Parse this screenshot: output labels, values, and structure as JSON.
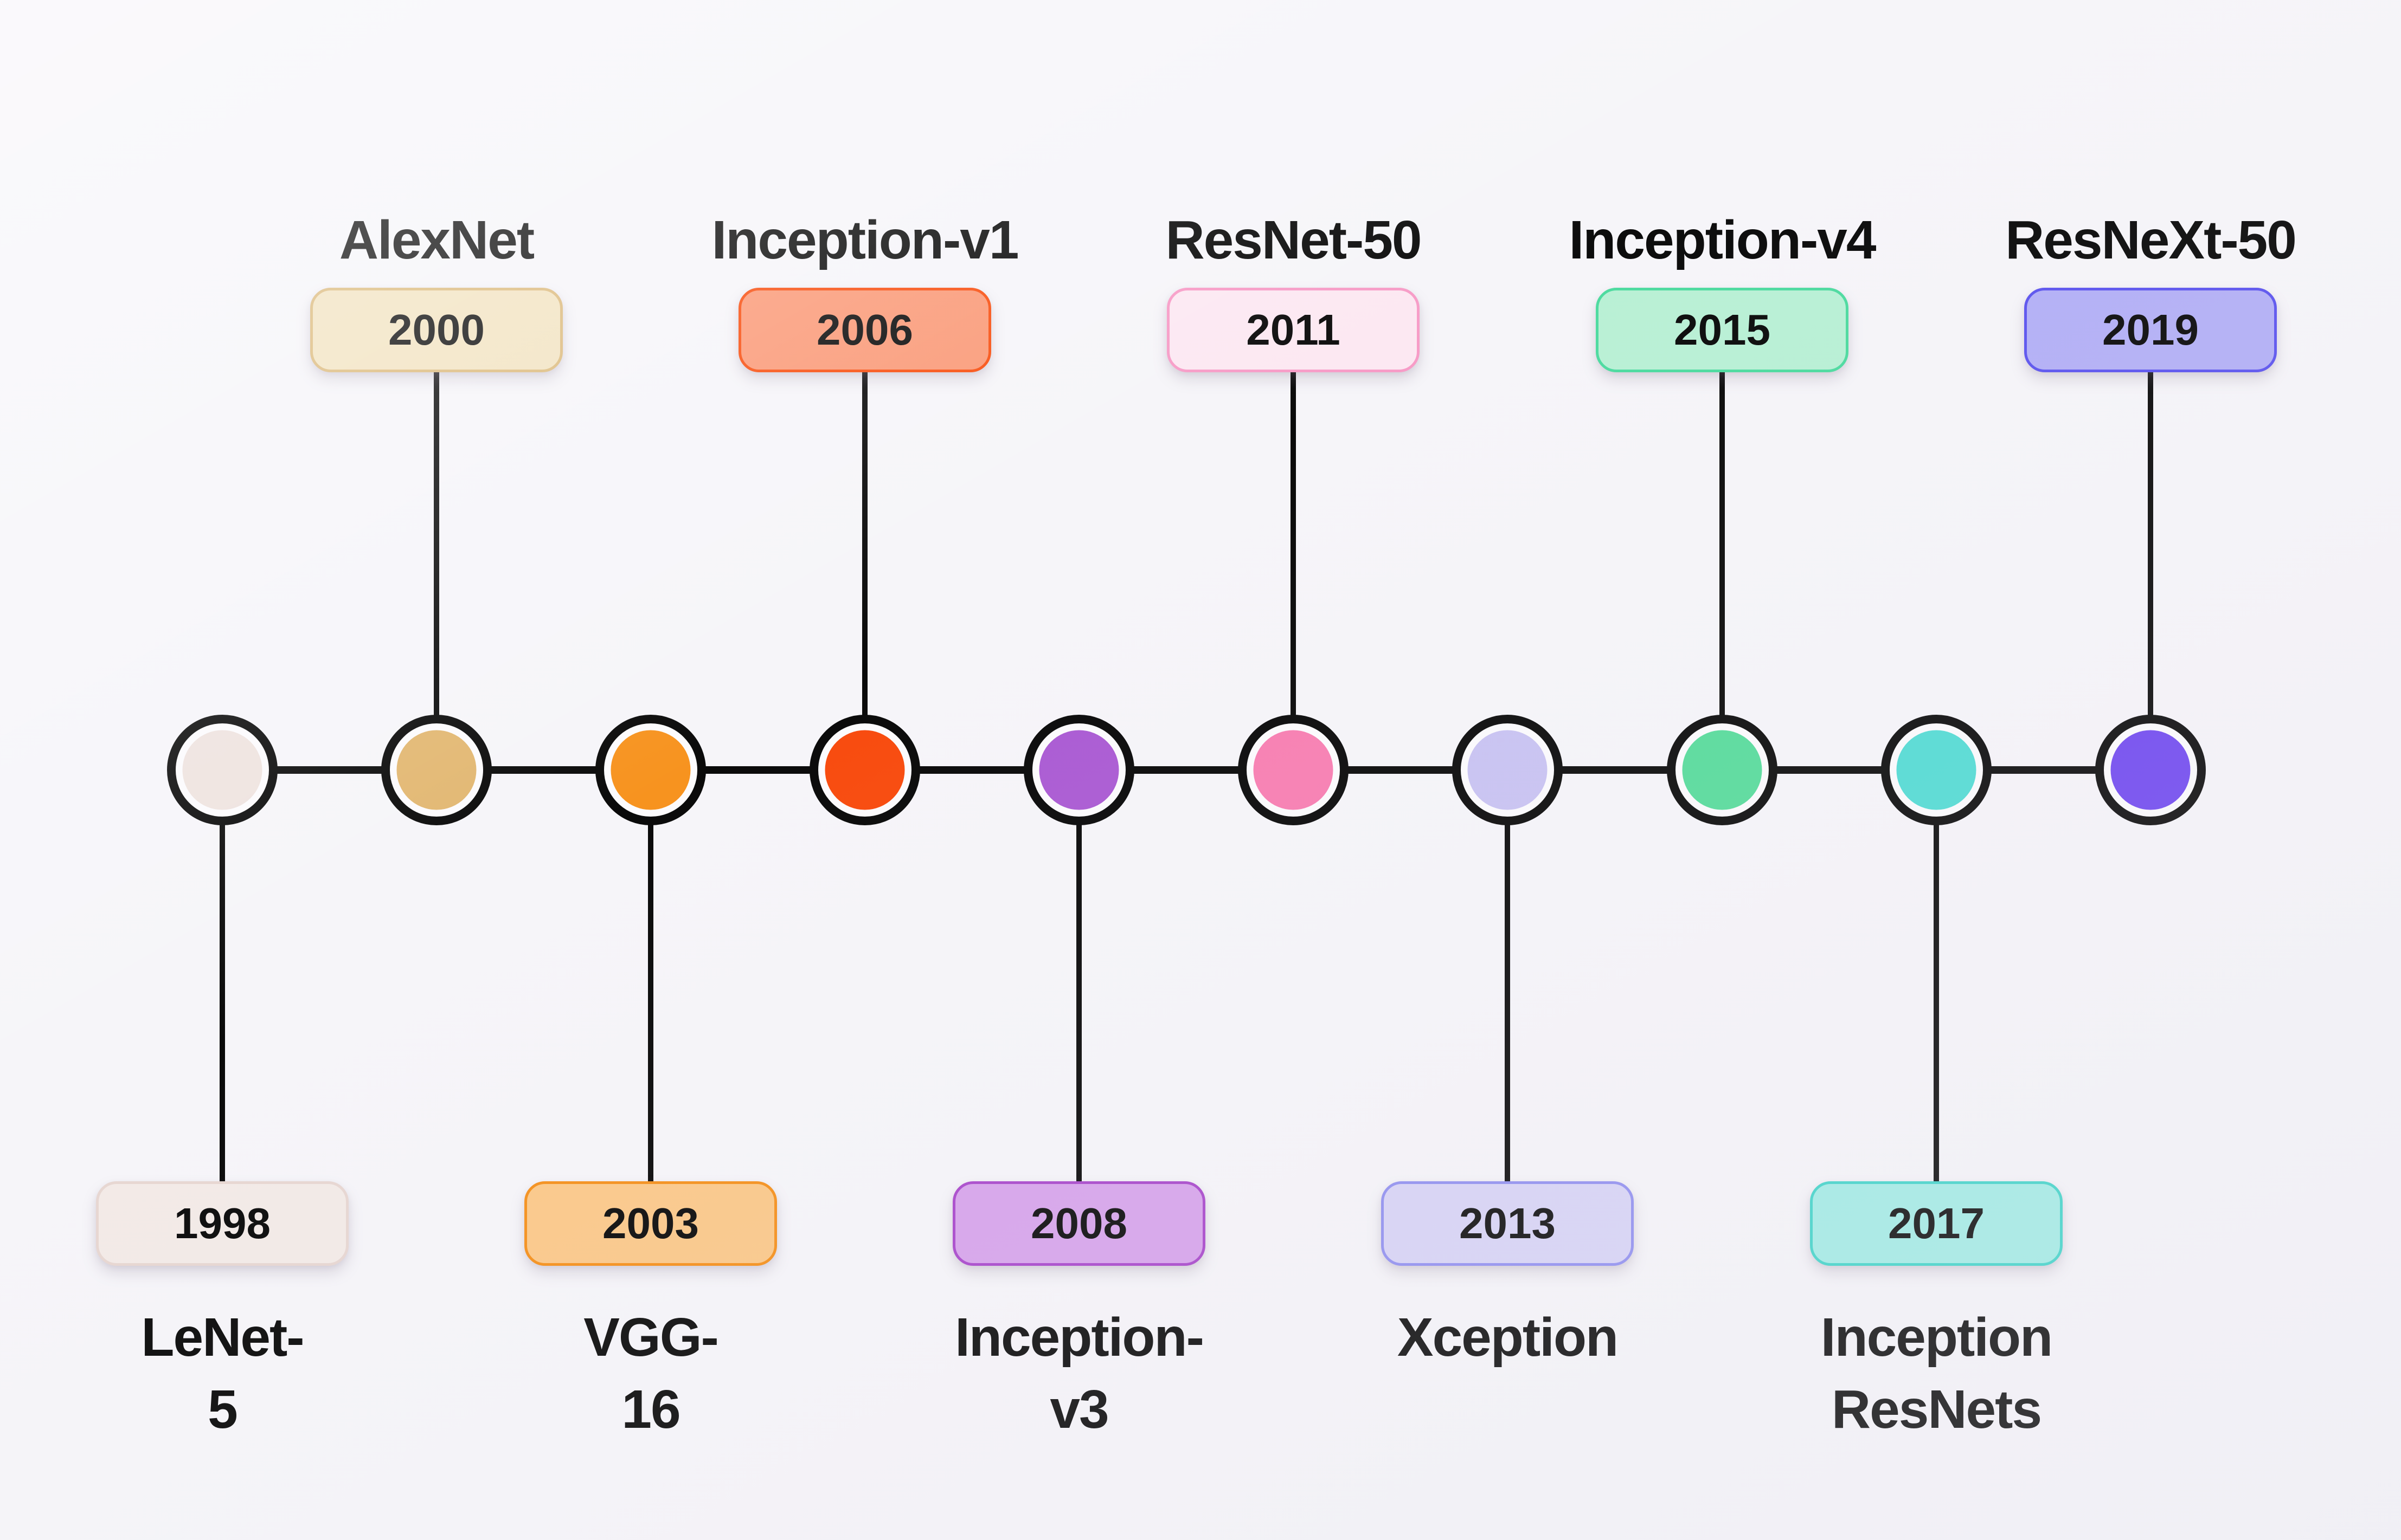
{
  "canvas": {
    "bg": "#f6f5f9"
  },
  "timeline": {
    "line_color": "#0a0a0a",
    "node_fill": "#fcfbfd",
    "text_color": "#0c0c0c"
  },
  "items": [
    {
      "label": "LeNet-5",
      "year": "1998",
      "side": "bottom",
      "dot_color": "#eee3df",
      "badge_bg": "#f3eae7",
      "badge_border": "#e7d7d2"
    },
    {
      "label": "AlexNet",
      "year": "2000",
      "side": "top",
      "dot_color": "#e2b771",
      "badge_bg": "#f2e3c1",
      "badge_border": "#dcba7c"
    },
    {
      "label": "VGG-16",
      "year": "2003",
      "side": "bottom",
      "dot_color": "#f7931f",
      "badge_bg": "#fbc98a",
      "badge_border": "#f5911d"
    },
    {
      "label": "Inception-v1",
      "year": "2006",
      "side": "top",
      "dot_color": "#f84b0e",
      "badge_bg": "#fa9a78",
      "badge_border": "#f84f10"
    },
    {
      "label": "Inception-v3",
      "year": "2008",
      "side": "bottom",
      "dot_color": "#ab5bd3",
      "badge_bg": "#d7a4eb",
      "badge_border": "#a948cb"
    },
    {
      "label": "ResNet-50",
      "year": "2011",
      "side": "top",
      "dot_color": "#f87fb2",
      "badge_bg": "#fce8f2",
      "badge_border": "#f79cc7"
    },
    {
      "label": "Xception",
      "year": "2013",
      "side": "bottom",
      "dot_color": "#c9c3f2",
      "badge_bg": "#d8d4f6",
      "badge_border": "#9190f0"
    },
    {
      "label": "Inception-v4",
      "year": "2015",
      "side": "top",
      "dot_color": "#57dc9b",
      "badge_bg": "#b9f0d5",
      "badge_border": "#4edba0"
    },
    {
      "label": "Inception\nResNets",
      "year": "2017",
      "side": "bottom",
      "dot_color": "#52dcd4",
      "badge_bg": "#a3ece5",
      "badge_border": "#41d5c9"
    },
    {
      "label": "ResNeXt-50",
      "year": "2019",
      "side": "top",
      "dot_color": "#7048f0",
      "badge_bg": "#b3b0f6",
      "badge_border": "#5c54ee"
    }
  ]
}
